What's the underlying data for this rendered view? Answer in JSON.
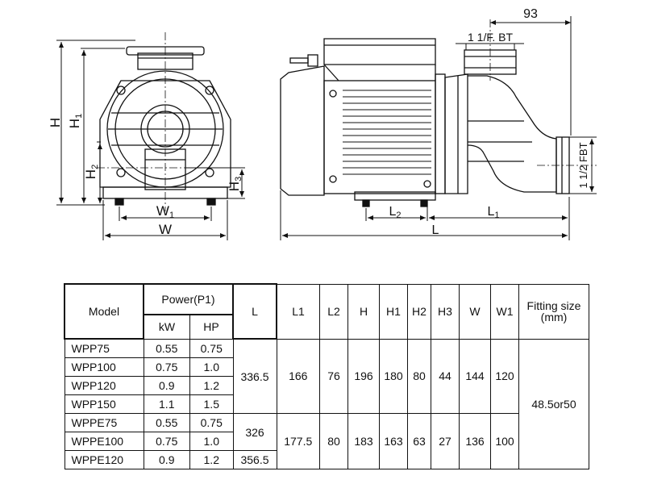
{
  "drawing": {
    "front_view": {
      "h_label": "H",
      "h1_label": "H",
      "h1_sub": "1",
      "h2_label": "H",
      "h2_sub": "2",
      "h3_label": "H",
      "h3_sub": "3",
      "w1_label": "W",
      "w1_sub": "1",
      "w_label": "W"
    },
    "side_view": {
      "dim_93": "93",
      "outlet_fitting": "1 1/F. BT",
      "inlet_fitting": "1 1/2 FBT",
      "l2_label": "L",
      "l2_sub": "2",
      "l1_label": "L",
      "l1_sub": "1",
      "l_label": "L"
    }
  },
  "table": {
    "headers": {
      "model": "Model",
      "power": "Power(P1)",
      "kw": "kW",
      "hp": "HP",
      "L": "L",
      "L1": "L1",
      "L2": "L2",
      "H": "H",
      "H1": "H1",
      "H2": "H2",
      "H3": "H3",
      "W": "W",
      "W1": "W1",
      "fitting": "Fitting size (mm)"
    },
    "rows": [
      {
        "model": "WPP75",
        "kw": "0.55",
        "hp": "0.75"
      },
      {
        "model": "WPP100",
        "kw": "0.75",
        "hp": "1.0"
      },
      {
        "model": "WPP120",
        "kw": "0.9",
        "hp": "1.2"
      },
      {
        "model": "WPP150",
        "kw": "1.1",
        "hp": "1.5"
      },
      {
        "model": "WPPE75",
        "kw": "0.55",
        "hp": "0.75"
      },
      {
        "model": "WPPE100",
        "kw": "0.75",
        "hp": "1.0"
      },
      {
        "model": "WPPE120",
        "kw": "0.9",
        "hp": "1.2"
      }
    ],
    "group_wpp": {
      "L": "336.5",
      "L1": "166",
      "L2": "76",
      "H": "196",
      "H1": "180",
      "H2": "80",
      "H3": "44",
      "W": "144",
      "W1": "120"
    },
    "group_wppe": {
      "L_a": "326",
      "L_b": "356.5",
      "L1": "177.5",
      "L2": "80",
      "H": "183",
      "H1": "163",
      "H2": "63",
      "H3": "27",
      "W": "136",
      "W1": "100"
    },
    "fitting_value": "48.5or50"
  }
}
